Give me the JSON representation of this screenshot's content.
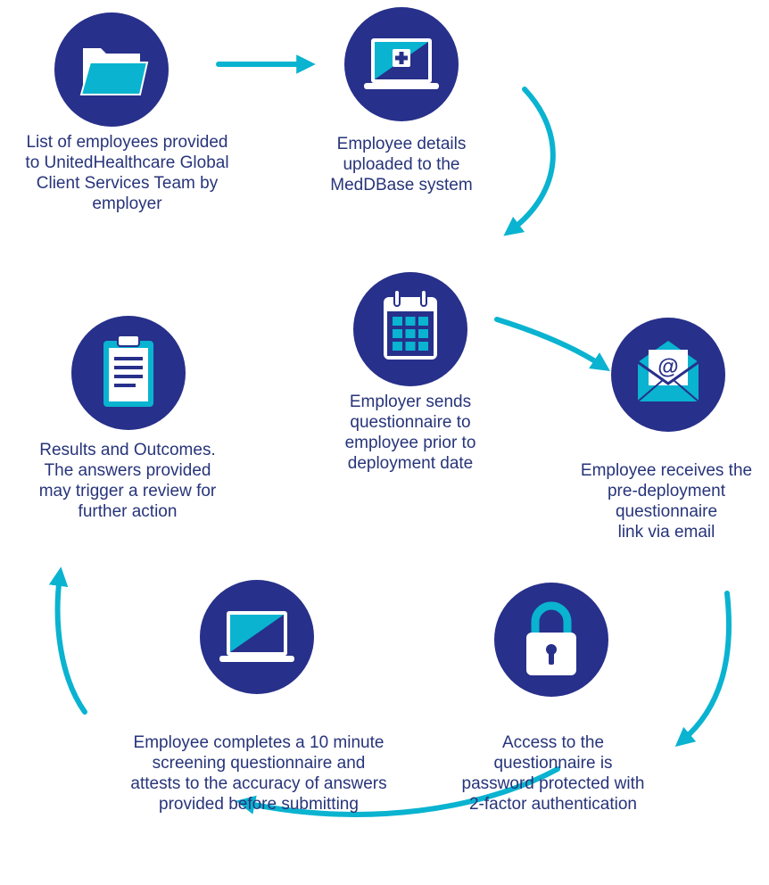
{
  "colors": {
    "navy": "#27308a",
    "cyan": "#0ab3d0",
    "text": "#27347a"
  },
  "steps": [
    {
      "icon": "folder-icon",
      "label": "List of employees provided\nto UnitedHealthcare Global\nClient Services Team by\nemployer"
    },
    {
      "icon": "medical-laptop-icon",
      "label": "Employee details\nuploaded to the\nMedDBase system"
    },
    {
      "icon": "calendar-icon",
      "label": "Employer sends\nquestionnaire to\nemployee prior to\ndeployment date"
    },
    {
      "icon": "email-envelope-icon",
      "label": "Employee receives the\npre-deployment\nquestionnaire\nlink via email"
    },
    {
      "icon": "padlock-icon",
      "label": "Access to the\nquestionnaire is\npassword protected with\n2-factor authentication"
    },
    {
      "icon": "laptop-icon",
      "label": "Employee completes a 10 minute\nscreening questionnaire and\nattests to the accuracy of answers\nprovided before submitting"
    },
    {
      "icon": "clipboard-icon",
      "label": "Results and Outcomes.\nThe answers provided\nmay trigger a review for\nfurther action"
    }
  ]
}
